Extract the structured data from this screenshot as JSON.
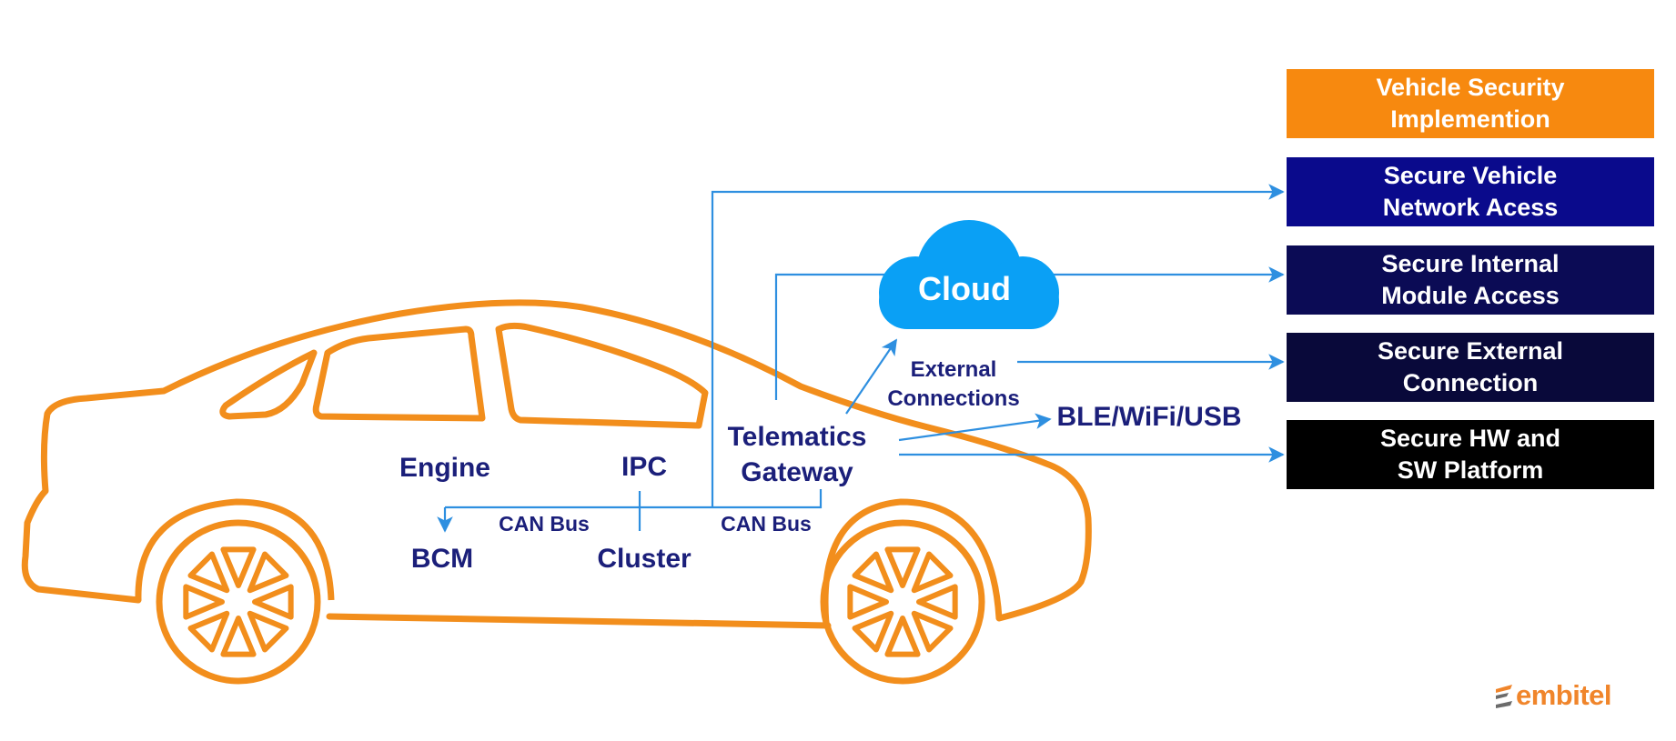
{
  "colors": {
    "car_outline": "#f28e1c",
    "connector": "#2e8fe0",
    "cloud": "#0aa0f5",
    "label_text": "#1b1f7a",
    "logo_orange": "#f0852b",
    "logo_gray": "#6b6b6b"
  },
  "car": {
    "modules": {
      "engine": "Engine",
      "ipc": "IPC",
      "bcm": "BCM",
      "cluster": "Cluster",
      "telematics_line1": "Telematics",
      "telematics_line2": "Gateway"
    },
    "buses": {
      "can_bus_left": "CAN Bus",
      "can_bus_right": "CAN Bus"
    }
  },
  "cloud": {
    "label": "Cloud"
  },
  "external": {
    "line1": "External",
    "line2": "Connections",
    "ble_label": "BLE/WiFi/USB"
  },
  "security_panel": [
    {
      "line1": "Vehicle Security",
      "line2": "Implemention",
      "color": "#f7890f"
    },
    {
      "line1": "Secure Vehicle",
      "line2": "Network Acess",
      "color": "#0a0a8c"
    },
    {
      "line1": "Secure Internal",
      "line2": "Module Access",
      "color": "#0b0b55"
    },
    {
      "line1": "Secure External",
      "line2": "Connection",
      "color": "#09093a"
    },
    {
      "line1": "Secure HW and",
      "line2": "SW Platform",
      "color": "#000000"
    }
  ],
  "logo": {
    "text": "embitel"
  }
}
